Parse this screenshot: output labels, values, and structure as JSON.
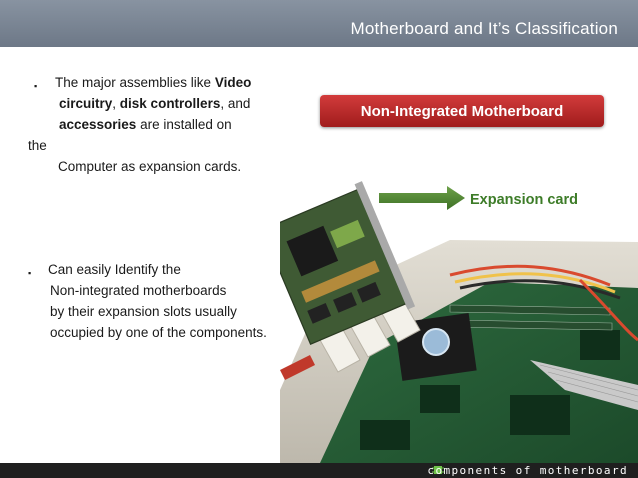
{
  "header": {
    "title": "Motherboard and It’s Classification"
  },
  "bullet_symbol": "▪",
  "bullet1": {
    "line1_pre": "The major assemblies like ",
    "line1_bold": "Video",
    "line2_bold1": "circuitry",
    "line2_sep": ", ",
    "line2_bold2": "disk controllers",
    "line2_post": ", and",
    "line3_bold": "accessories",
    "line3_post": " are installed on",
    "line4": "the",
    "line5": "Computer as expansion cards."
  },
  "bullet2": {
    "line1": "Can easily Identify the",
    "line2": "Non-integrated motherboards",
    "line3": "by their expansion slots usually",
    "line4": "occupied by one of the components."
  },
  "badge": {
    "label": "Non-Integrated Motherboard"
  },
  "callout": {
    "label": "Expansion card"
  },
  "footer": {
    "text": "components of motherboard"
  },
  "colors": {
    "header": "#7b8594",
    "badge": "#b72828",
    "callout": "#3d7c28",
    "footer": "#1f1f1f"
  }
}
